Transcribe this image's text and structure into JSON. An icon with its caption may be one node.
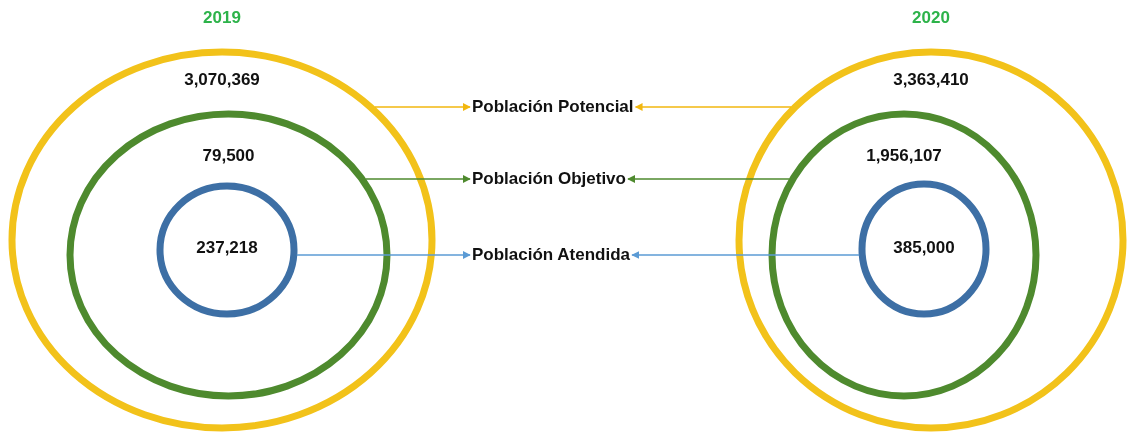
{
  "diagram": {
    "nodes": [
      {
        "text": [
          "2019",
          "3,070,369"
        ]
      },
      {
        "text": [
          "79,500"
        ],
        "in": 0
      },
      {
        "text": [
          "237,218"
        ],
        "in": 1
      },
      {
        "text": [
          "2020",
          "3,363,410"
        ]
      },
      {
        "text": [
          "1,956,107"
        ],
        "in": 3
      },
      {
        "text": [
          "385,000"
        ],
        "in": 4
      },
      {
        "text": [
          "Población Potencial"
        ]
      },
      {
        "text": [
          "Población Objetivo"
        ]
      },
      {
        "text": [
          "Población Atendida"
        ]
      }
    ],
    "edges": [
      {
        "from": 0,
        "to": 6,
        "arrow": "to",
        "color": "#f2b70f"
      },
      {
        "from": 3,
        "to": 6,
        "arrow": "to",
        "color": "#f2b70f"
      },
      {
        "from": 1,
        "to": 7,
        "arrow": "to",
        "color": "#4e8a2e"
      },
      {
        "from": 4,
        "to": 7,
        "arrow": "to",
        "color": "#4e8a2e"
      },
      {
        "from": 2,
        "to": 8,
        "arrow": "to",
        "color": "#5b9bd5"
      },
      {
        "from": 5,
        "to": 8,
        "arrow": "to",
        "color": "#5b9bd5"
      }
    ]
  }
}
